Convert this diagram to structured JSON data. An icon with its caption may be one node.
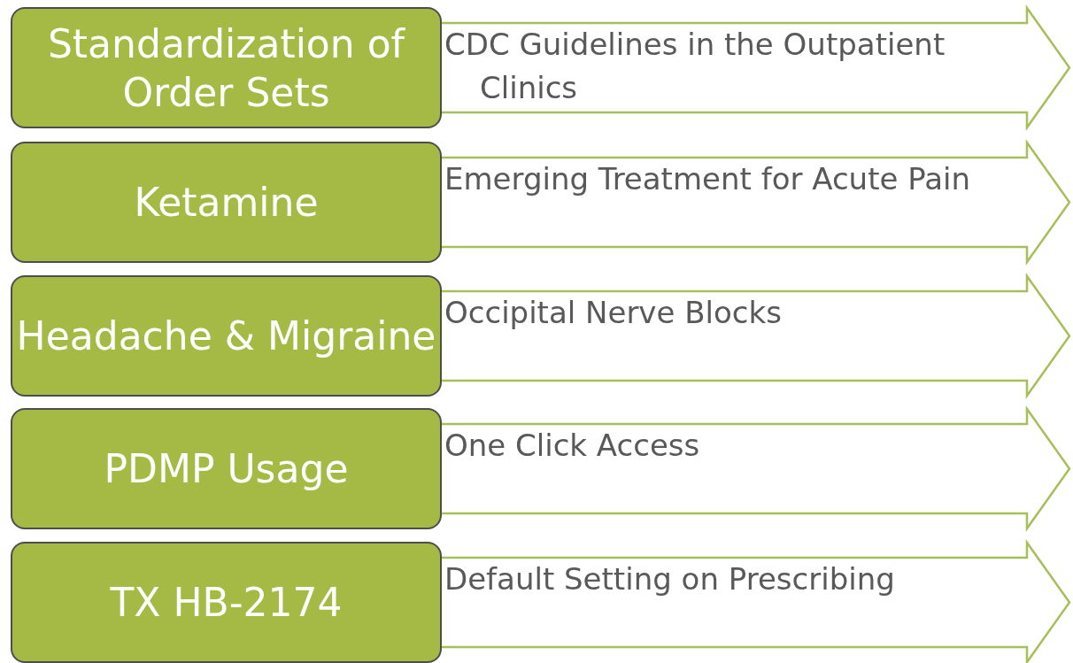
{
  "diagram": {
    "nodes": [
      {
        "text": [
          "Standardization of Order Sets"
        ]
      },
      {
        "text": [
          "CDC Guidelines in the Outpatient Clinics"
        ]
      },
      {
        "text": [
          "Ketamine"
        ]
      },
      {
        "text": [
          "Emerging Treatment for Acute Pain"
        ]
      },
      {
        "text": [
          "Headache & Migraine"
        ]
      },
      {
        "text": [
          "Occipital Nerve Blocks"
        ]
      },
      {
        "text": [
          "PDMP Usage"
        ]
      },
      {
        "text": [
          "One Click Access"
        ]
      },
      {
        "text": [
          "TX HB-2174"
        ]
      },
      {
        "text": [
          "Default Setting on Prescribing"
        ]
      }
    ]
  }
}
